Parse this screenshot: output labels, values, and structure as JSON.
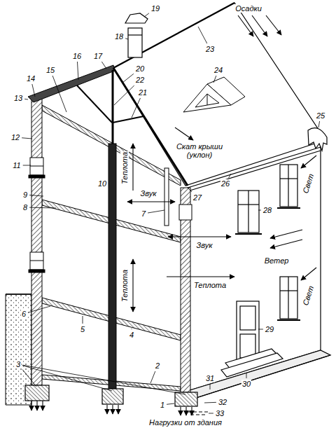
{
  "diagram": {
    "labels": [
      "Осадки",
      "19",
      "18",
      "16",
      "17",
      "23",
      "15",
      "14",
      "13",
      "20",
      "22",
      "21",
      "24",
      "12",
      "25",
      "Скат крыши (уклон)",
      "Теплота",
      "11",
      "Звук",
      "26",
      "27",
      "10",
      "Свет",
      "9",
      "8",
      "28",
      "7",
      "Звук",
      "Ветер",
      "Теплота",
      "Свет",
      "Теплота",
      "6",
      "5",
      "4",
      "3",
      "2",
      "29",
      "30",
      "31",
      "32",
      "1",
      "33",
      "Нагрузки от здания"
    ]
  }
}
